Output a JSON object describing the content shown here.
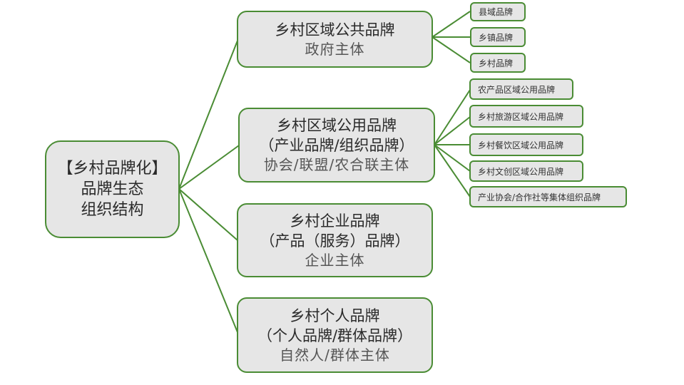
{
  "root": {
    "line1": "【乡村品牌化】",
    "line2": "品牌生态",
    "line3": "组织结构"
  },
  "branches": [
    {
      "title": "乡村区域公共品牌",
      "subtitle": "",
      "subject": "政府主体",
      "leaves": [
        "县域品牌",
        "乡镇品牌",
        "乡村品牌"
      ]
    },
    {
      "title": "乡村区域公用品牌",
      "subtitle": "（产业品牌/组织品牌）",
      "subject": "协会/联盟/农合联主体",
      "leaves": [
        "农产品区域公用品牌",
        "乡村旅游区域公用品牌",
        "乡村餐饮区域公用品牌",
        "乡村文创区域公用品牌",
        "产业协会/合作社等集体组织品牌"
      ]
    },
    {
      "title": "乡村企业品牌",
      "subtitle": "（产品（服务）品牌）",
      "subject": "企业主体",
      "leaves": []
    },
    {
      "title": "乡村个人品牌",
      "subtitle": "（个人品牌/群体品牌）",
      "subject": "自然人/群体主体",
      "leaves": []
    }
  ],
  "colors": {
    "connector": "#4a8c34",
    "node_fill": "#e6e6e6"
  }
}
